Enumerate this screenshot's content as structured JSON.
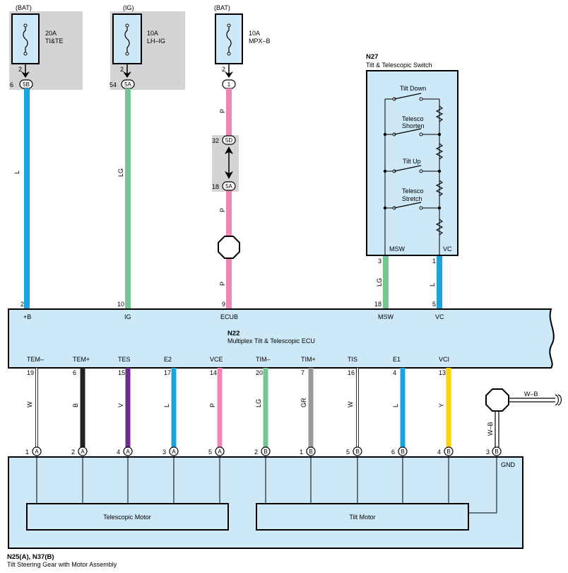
{
  "fuses": [
    {
      "source": "(BAT)",
      "rating": "20A",
      "name": "TI&TE",
      "pin": "2",
      "conn_pin": "6",
      "conn": "5B"
    },
    {
      "source": "(IG)",
      "rating": "10A",
      "name": "LH–IG",
      "pin": "2",
      "conn_pin": "54",
      "conn": "5A"
    },
    {
      "source": "(BAT)",
      "rating": "10A",
      "name": "MPX–B",
      "pin": "2",
      "conn_pin": "",
      "conn": "1"
    }
  ],
  "junction": {
    "top_pin": "32",
    "top_conn": "5D",
    "bottom_pin": "18",
    "bottom_conn": "5A"
  },
  "switch": {
    "id": "N27",
    "name": "Tilt & Telescopic Switch",
    "positions": [
      "Tilt Down",
      "Telesco\nShorten",
      "Tilt Up",
      "Telesco\nStretch"
    ],
    "terminals": [
      {
        "label": "MSW",
        "pin": "3",
        "color": "LG"
      },
      {
        "label": "VC",
        "pin": "1",
        "color": "L"
      }
    ]
  },
  "ecu": {
    "id": "N22",
    "name": "Multiplex Tilt & Telescopic ECU",
    "top_pins": [
      {
        "label": "+B",
        "pin": "2",
        "color": "L"
      },
      {
        "label": "IG",
        "pin": "10",
        "color": "LG"
      },
      {
        "label": "ECUB",
        "pin": "9",
        "color": "P"
      },
      {
        "label": "MSW",
        "pin": "18",
        "color": "LG"
      },
      {
        "label": "VC",
        "pin": "5",
        "color": "L"
      }
    ],
    "bottom_pins": [
      {
        "label": "TEM–",
        "pin": "19",
        "color": "W",
        "conn_pin": "1",
        "conn": "A"
      },
      {
        "label": "TEM+",
        "pin": "6",
        "color": "B",
        "conn_pin": "2",
        "conn": "A"
      },
      {
        "label": "TES",
        "pin": "15",
        "color": "V",
        "conn_pin": "4",
        "conn": "A"
      },
      {
        "label": "E2",
        "pin": "17",
        "color": "L",
        "conn_pin": "3",
        "conn": "A"
      },
      {
        "label": "VCE",
        "pin": "14",
        "color": "P",
        "conn_pin": "5",
        "conn": "A"
      },
      {
        "label": "TIM–",
        "pin": "20",
        "color": "LG",
        "conn_pin": "2",
        "conn": "B"
      },
      {
        "label": "TIM+",
        "pin": "7",
        "color": "GR",
        "conn_pin": "1",
        "conn": "B"
      },
      {
        "label": "TIS",
        "pin": "16",
        "color": "W",
        "conn_pin": "5",
        "conn": "B"
      },
      {
        "label": "E1",
        "pin": "4",
        "color": "L",
        "conn_pin": "6",
        "conn": "B"
      },
      {
        "label": "VCI",
        "pin": "13",
        "color": "Y",
        "conn_pin": "4",
        "conn": "B"
      }
    ]
  },
  "ground": {
    "label": "GND",
    "conn_pin": "3",
    "conn": "B",
    "wire": "W–B"
  },
  "assembly": {
    "id": "N25(A), N37(B)",
    "name": "Tilt Steering Gear with Motor Assembly",
    "motors": [
      "Telescopic Motor",
      "Tilt Motor"
    ]
  },
  "wire_colors": {
    "L": "#1aa3e0",
    "LG": "#72c792",
    "P": "#ef86b8",
    "W": "#ffffff",
    "B": "#222222",
    "V": "#702c91",
    "GR": "#999999",
    "Y": "#ffd200",
    "W–B": "#ffffff"
  },
  "box_fill": "#cde9f7",
  "shade_fill": "#d4d4d6"
}
